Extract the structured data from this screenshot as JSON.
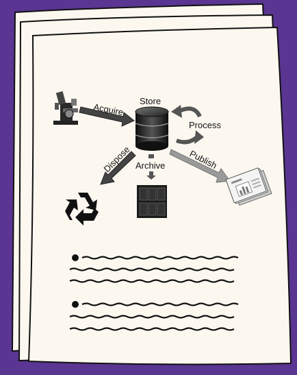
{
  "diagram": {
    "labels": {
      "store": "Store",
      "acquire": "Acquire",
      "process": "Process",
      "dispose": "Dispose",
      "archive": "Archive",
      "publish": "Publish"
    }
  },
  "colors": {
    "background": "#5a3592",
    "paper": "#fcf8f0",
    "ink": "#111111",
    "arrow_dark": "#4a4a4a",
    "arrow_light": "#8e8e8e"
  },
  "icons": [
    "microscope-icon",
    "database-icon",
    "process-cycle-icon",
    "recycle-icon",
    "archive-tape-icon",
    "publication-icon"
  ]
}
